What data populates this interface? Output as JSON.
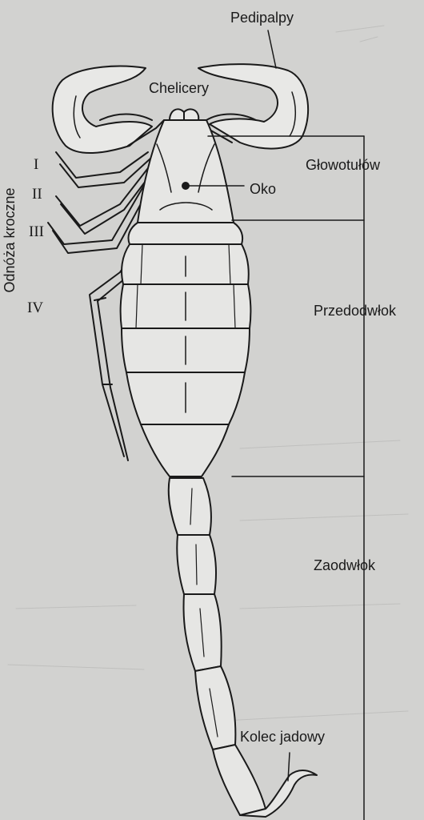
{
  "labels": {
    "pedipalps": "Pedipalpy",
    "chelicerae": "Chelicery",
    "cephalothorax": "Głowotułów",
    "eye": "Oko",
    "preabdomen": "Przedodwłok",
    "postabdomen": "Zaodwłok",
    "stinger": "Kolec jadowy",
    "walking_legs": "Odnóża kroczne"
  },
  "leg_numerals": [
    "I",
    "II",
    "III",
    "IV"
  ]
}
